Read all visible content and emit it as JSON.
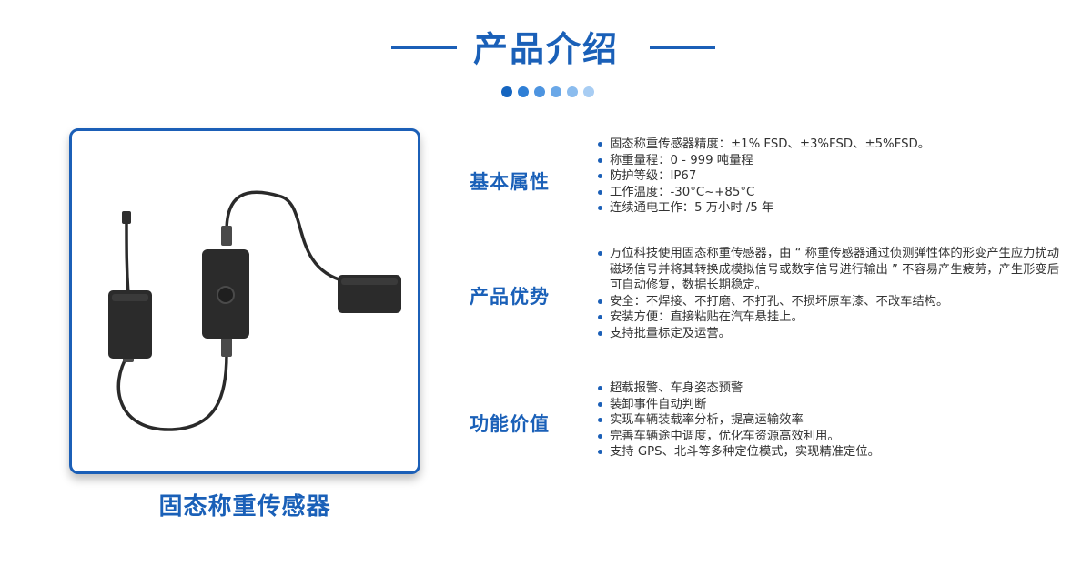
{
  "header": {
    "title": "产品介绍",
    "dot_colors": [
      "#1565c0",
      "#2f7fd6",
      "#4d94e0",
      "#6aa8e8",
      "#8bbcee",
      "#a8cdf3"
    ]
  },
  "product": {
    "caption": "固态称重传感器"
  },
  "sections": [
    {
      "title": "基本属性",
      "items": [
        "固态称重传感器精度：±1% FSD、±3%FSD、±5%FSD。",
        "称重量程：0 - 999 吨量程",
        "防护等级：IP67",
        "工作温度：-30°C~+85°C",
        "连续通电工作：5 万小时 /5 年"
      ]
    },
    {
      "title": "产品优势",
      "items": [
        "万位科技使用固态称重传感器，由 “ 称重传感器通过侦测弹性体的形变产生应力扰动磁场信号并将其转换成模拟信号或数字信号进行输出 ” 不容易产生疲劳，产生形变后可自动修复，数据长期稳定。",
        "安全：不焊接、不打磨、不打孔、不损坏原车漆、不改车结构。",
        "安装方便：直接粘贴在汽车悬挂上。",
        "支持批量标定及运营。"
      ]
    },
    {
      "title": "功能价值",
      "items": [
        "超载报警、车身姿态预警",
        "装卸事件自动判断",
        "实现车辆装载率分析，提高运输效率",
        "完善车辆途中调度，优化车资源高效利用。",
        "支持 GPS、北斗等多种定位模式，实现精准定位。"
      ]
    }
  ]
}
